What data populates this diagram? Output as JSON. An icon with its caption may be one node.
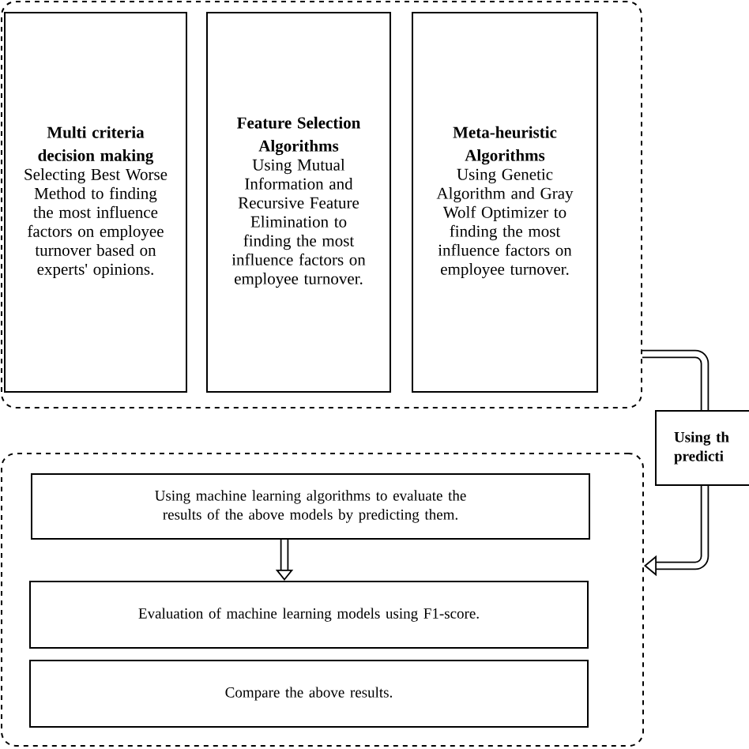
{
  "diagram": {
    "nodes": [
      {
        "text": [],
        "shape": "box"
      },
      {
        "text": [
          "Multi criteria decision making",
          "Selecting Best Worse Method to finding the most influence factors on employee turnover based on experts' opinions."
        ],
        "in": 0
      },
      {
        "text": [
          "Feature Selection Algorithms",
          "Using Mutual Information and Recursive Feature Elimination to finding the most influence factors on employee turnover."
        ],
        "in": 0
      },
      {
        "text": [
          "Meta-heuristic Algorithms",
          "Using Genetic Algorithm and Gray Wolf Optimizer to finding the most influence factors on employee turnover."
        ],
        "in": 0
      },
      {
        "text": [
          "Using th predicti"
        ]
      },
      {
        "text": [],
        "shape": "box"
      },
      {
        "text": [
          "Using machine learning algorithms to evaluate the results of the above models by predicting them."
        ],
        "in": 5
      },
      {
        "text": [
          "Evaluation of machine learning models using F1-score."
        ],
        "in": 5
      },
      {
        "text": [
          "Compare the above results."
        ],
        "in": 5
      }
    ],
    "edges": [
      {
        "from": 0,
        "to": 4,
        "arrow": "none"
      },
      {
        "from": 4,
        "to": 5,
        "arrow": "to"
      },
      {
        "from": 6,
        "to": 7,
        "arrow": "to"
      }
    ]
  }
}
